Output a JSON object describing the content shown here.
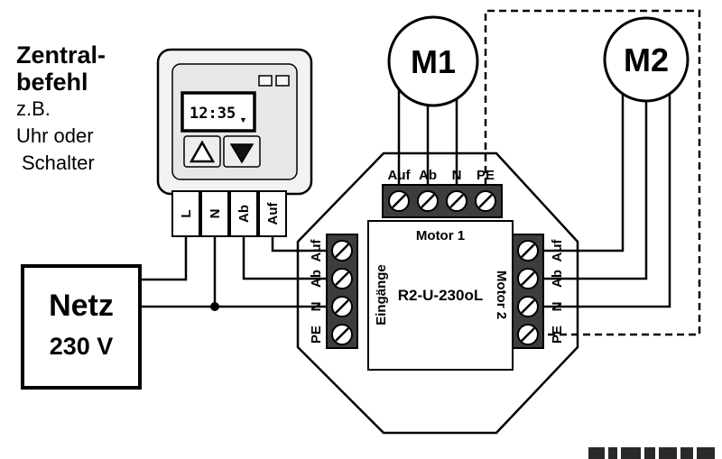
{
  "note": {
    "line1": "Zentral-",
    "line2": "befehl",
    "line3": "z.B.",
    "line4": "Uhr oder",
    "line5": "Schalter"
  },
  "timer": {
    "lcd_time": "12:35",
    "lcd_marker": "▼",
    "terminals": [
      "L",
      "N",
      "Ab",
      "Auf"
    ]
  },
  "power": {
    "name": "Netz",
    "voltage": "230 V"
  },
  "device": {
    "model": "R2-U-230oL",
    "motor1_label": "Motor 1",
    "motor2_label": "Motor 2",
    "inputs_label": "Eingänge",
    "motor1_terminals": [
      "Auf",
      "Ab",
      "N",
      "PE"
    ],
    "input_terminals": [
      "Auf",
      "Ab",
      "N",
      "PE"
    ],
    "motor2_terminals": [
      "Auf",
      "Ab",
      "N",
      "PE"
    ]
  },
  "motors": {
    "m1": "M1",
    "m2": "M2"
  },
  "colors": {
    "wire": "#000000",
    "strip": "#3d3d3d",
    "plate": "#f2f2f2"
  }
}
